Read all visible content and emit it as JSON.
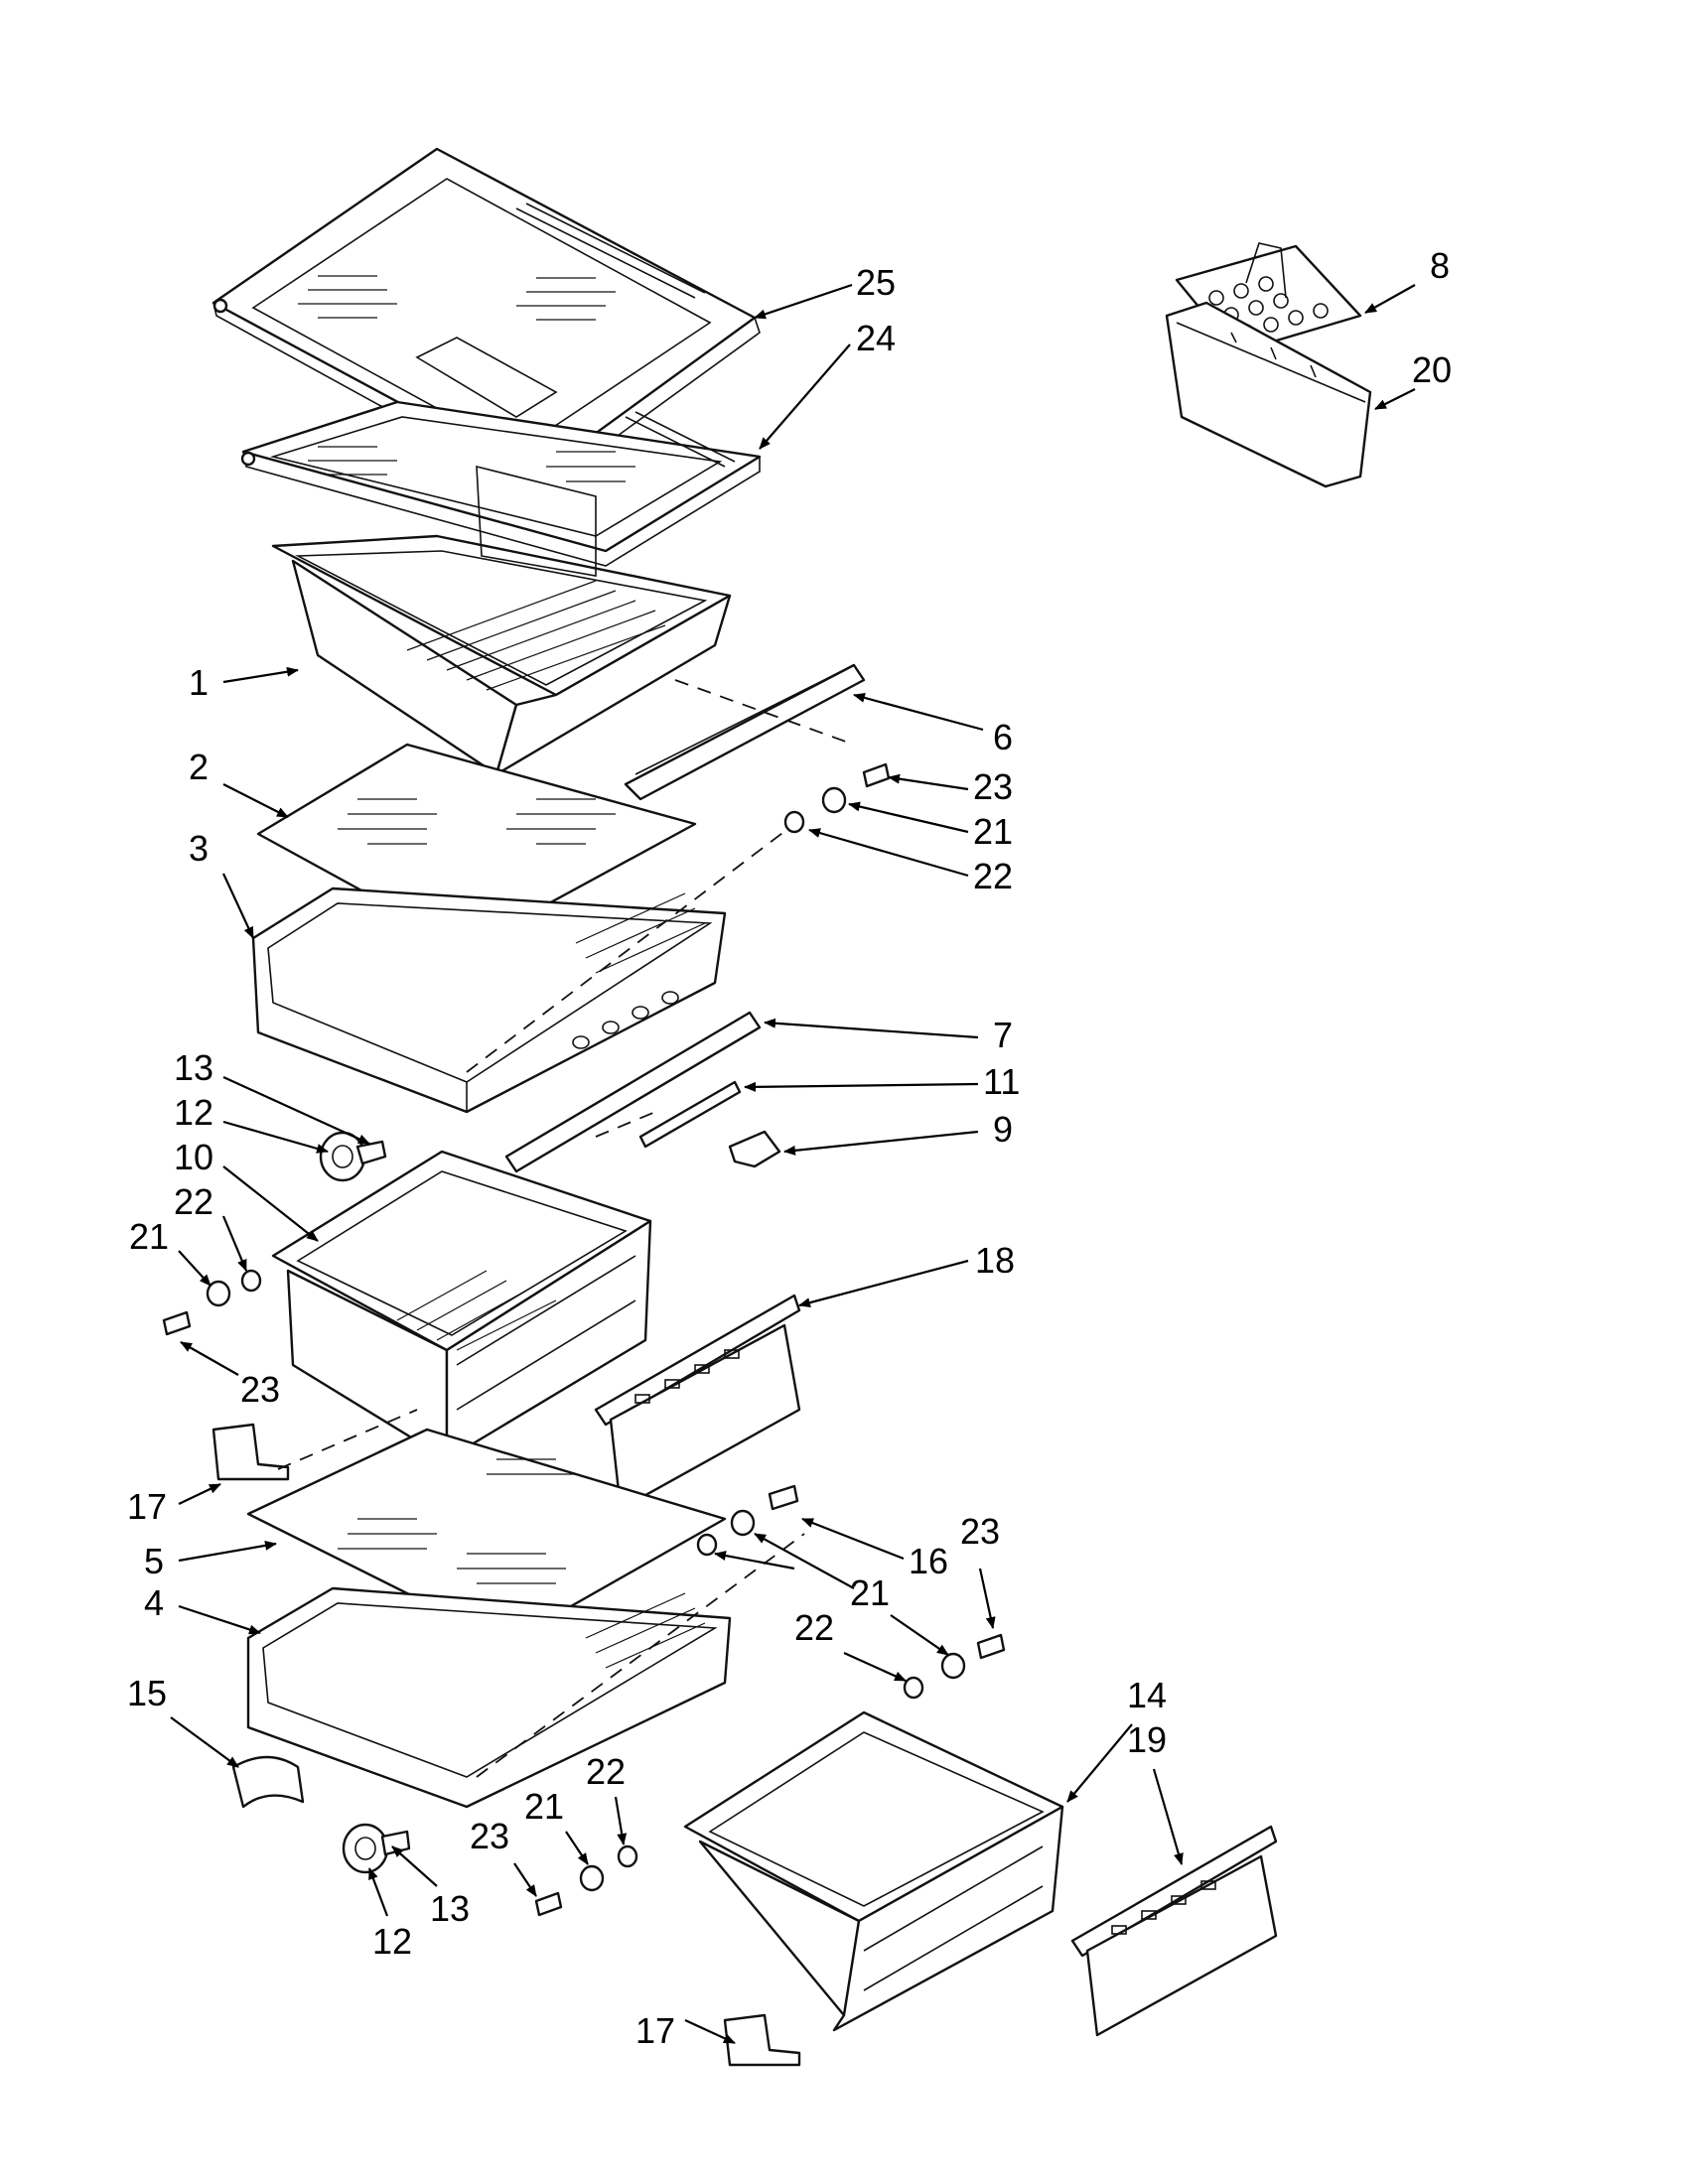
{
  "callouts": {
    "c25": "25",
    "c24": "24",
    "c8": "8",
    "c20": "20",
    "c1": "1",
    "c6": "6",
    "c2": "2",
    "c23a": "23",
    "c21a": "21",
    "c22a": "22",
    "c3": "3",
    "c7": "7",
    "c11": "11",
    "c9": "9",
    "c13a": "13",
    "c12a": "12",
    "c10": "10",
    "c22b": "22",
    "c21b": "21",
    "c23b": "23",
    "c18": "18",
    "c17a": "17",
    "c5": "5",
    "c16": "16",
    "c23c": "23",
    "c4": "4",
    "c21c": "21",
    "c22c": "22",
    "c15": "15",
    "c14": "14",
    "c19": "19",
    "c22d": "22",
    "c21d": "21",
    "c23d": "23",
    "c13b": "13",
    "c12b": "12",
    "c17b": "17"
  }
}
